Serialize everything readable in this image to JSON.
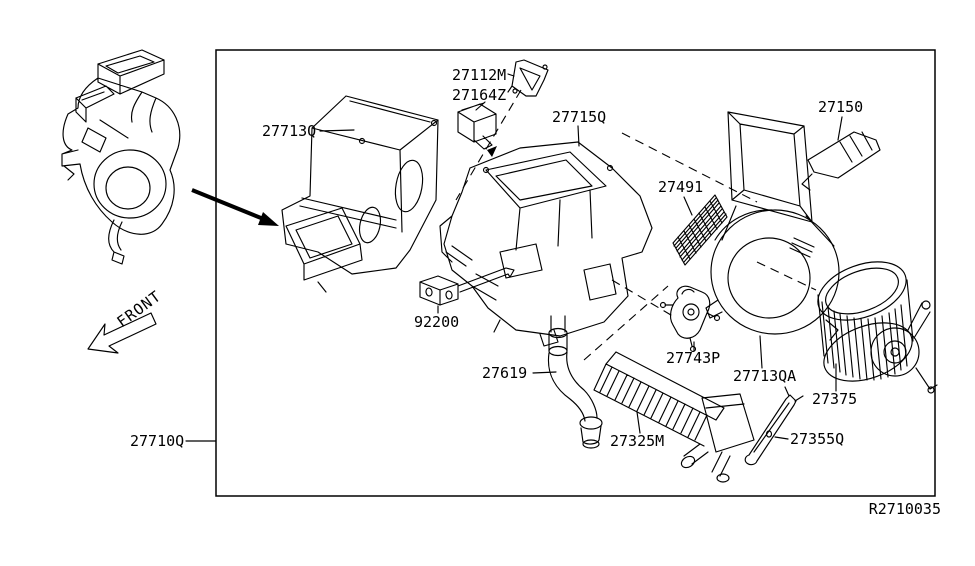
{
  "diagram": {
    "ref_code": "R2710035",
    "front_label": "FRONT",
    "parts": [
      {
        "number": "27710Q"
      },
      {
        "number": "27713Q"
      },
      {
        "number": "27112M"
      },
      {
        "number": "27164Z"
      },
      {
        "number": "27715Q"
      },
      {
        "number": "27150"
      },
      {
        "number": "27491"
      },
      {
        "number": "92200"
      },
      {
        "number": "27619"
      },
      {
        "number": "27743P"
      },
      {
        "number": "27713QA"
      },
      {
        "number": "27325M"
      },
      {
        "number": "27375"
      },
      {
        "number": "27355Q"
      }
    ],
    "colors": {
      "line": "#000000",
      "background": "#ffffff"
    }
  }
}
